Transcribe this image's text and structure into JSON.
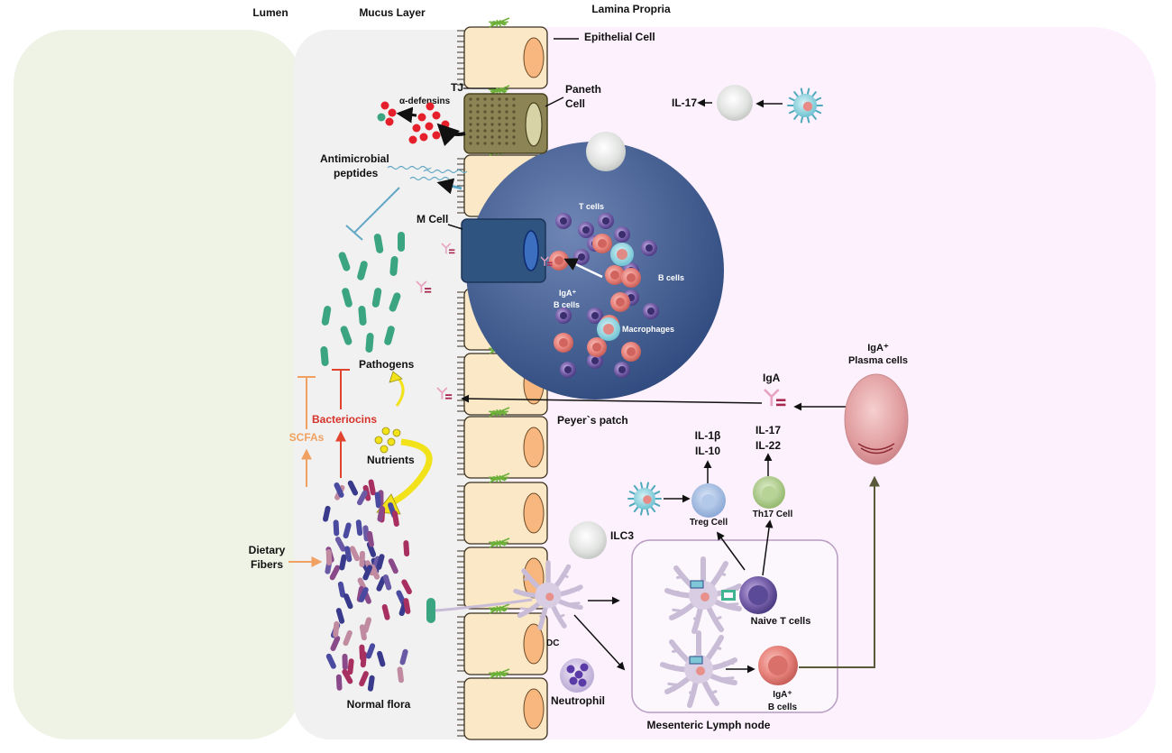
{
  "regions": {
    "lumen": "Lumen",
    "mucus_layer": "Mucus Layer",
    "lamina_propria": "Lamina Propria"
  },
  "labels": {
    "epithelial_cell": "Epithelial Cell",
    "tj": "TJ",
    "alpha_defensins": "α-defensins",
    "paneth_cell_line1": "Paneth",
    "paneth_cell_line2": "Cell",
    "antimicrobial_line1": "Antimicrobial",
    "antimicrobial_line2": "peptides",
    "m_cell": "M Cell",
    "t_cells": "T cells",
    "b_cells": "B cells",
    "iga_b_cells_line1": "IgA⁺",
    "iga_b_cells_line2": "B cells",
    "macrophages": "Macrophages",
    "pathogens": "Pathogens",
    "scfas": "SCFAs",
    "bacteriocins": "Bacteriocins",
    "nutrients": "Nutrients",
    "dietary_fibers_line1": "Dietary",
    "dietary_fibers_line2": "Fibers",
    "normal_flora": "Normal flora",
    "peyers_patch": "Peyer`s patch",
    "il17_top": "IL-17",
    "iga": "IgA",
    "iga_plasma_line1": "IgA⁺",
    "iga_plasma_line2": "Plasma cells",
    "il1b": "IL-1β",
    "il10": "IL-10",
    "il17": "IL-17",
    "il22": "IL-22",
    "treg_cell": "Treg Cell",
    "th17_cell": "Th17 Cell",
    "ilc3": "ILC3",
    "dc": "DC",
    "naive_t_cells": "Naive  T cells",
    "iga_b_cells2_line1": "IgA⁺",
    "iga_b_cells2_line2": "B cells",
    "neutrophil": "Neutrophil",
    "mesenteric_lymph_node": "Mesenteric Lymph node"
  },
  "colors": {
    "lumen_bg": "#eef3e6",
    "mucus_bg": "#f1f1f1",
    "lamina_bg": "#fcf1fc",
    "epithelial": "#fbe8c6",
    "nucleus": "#f7b77e",
    "paneth": "#8c8455",
    "m_cell": "#2f5480",
    "peyers_patch": "#3d5a8e",
    "scfa_arrow": "#f0a060",
    "bacteriocin_arrow": "#e0442e",
    "nutrient_arrow": "#f2e21a",
    "green_bacteria": "#3aa580",
    "defensin_red": "#e5202a"
  }
}
